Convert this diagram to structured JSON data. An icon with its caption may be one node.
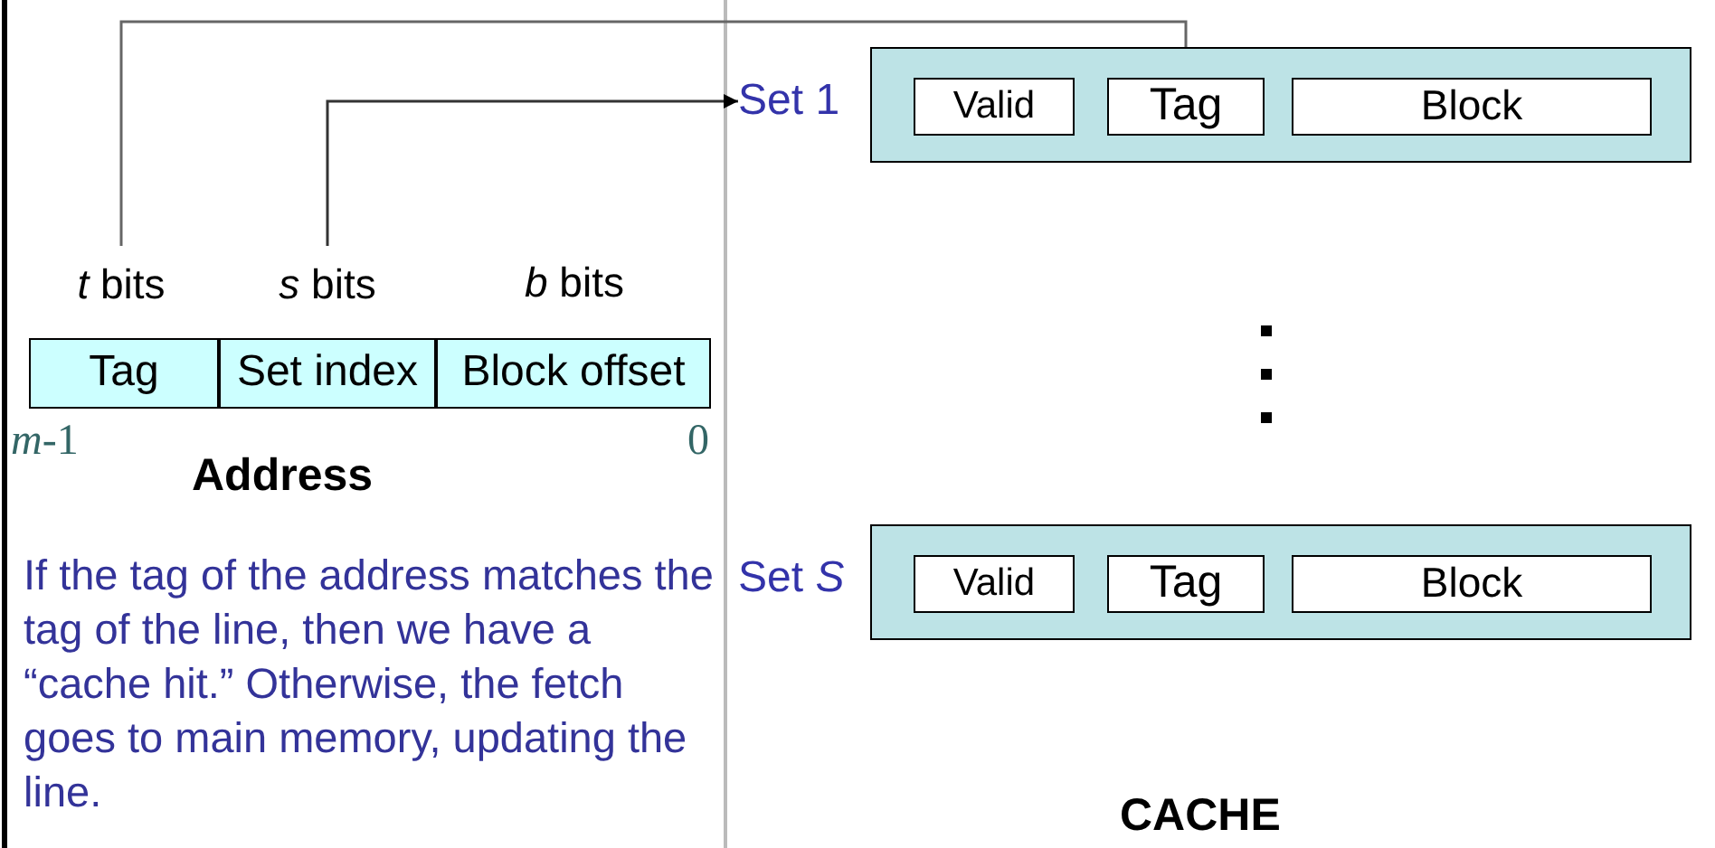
{
  "diagram": {
    "nodes": [
      {
        "text": [
          "*t* bits"
        ]
      },
      {
        "text": [
          "*s* bits"
        ]
      },
      {
        "text": [
          "Tag"
        ]
      },
      {
        "text": [
          "Set index"
        ]
      },
      {
        "text": [
          "Block offset"
        ]
      },
      {
        "text": [
          "Set 1"
        ]
      },
      {
        "text": [],
        "shape": "box"
      },
      {
        "text": [
          "Valid"
        ],
        "in": 6
      },
      {
        "text": [
          "Tag"
        ],
        "in": 6
      },
      {
        "text": [
          "Block"
        ],
        "in": 6
      },
      {
        "text": [
          "Set *S*"
        ]
      },
      {
        "text": [],
        "shape": "box"
      },
      {
        "text": [
          "Valid"
        ],
        "in": 11
      },
      {
        "text": [
          "Tag"
        ],
        "in": 11
      },
      {
        "text": [
          "Block"
        ],
        "in": 11
      }
    ],
    "edges": [
      {
        "from": 0,
        "to": 8,
        "arrow": "to"
      },
      {
        "from": 1,
        "to": 5,
        "arrow": "to"
      }
    ],
    "labels": [
      "*b* bits",
      "*m*-1",
      "0",
      "Address",
      "If the tag of the address matches the tag of the line, then we have a “cache hit.” Otherwise, the fetch goes to main memory, updating the line.",
      "CACHE"
    ]
  }
}
